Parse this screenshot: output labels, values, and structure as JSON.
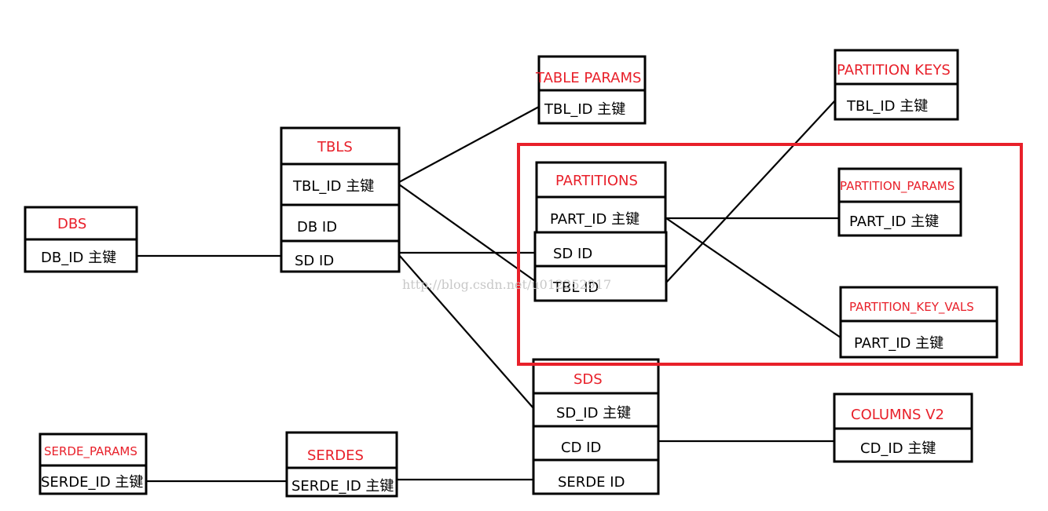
{
  "watermark": "http://blog.csdn.net/u012252917",
  "colors": {
    "title": "#e8202a",
    "highlight": "#e8202a",
    "line": "#000000"
  },
  "tables": {
    "dbs": {
      "title": "DBS",
      "fields": [
        "DB_ID   主键"
      ]
    },
    "tbls": {
      "title": "TBLS",
      "fields": [
        "TBL_ID   主键",
        "DB ID",
        "SD ID"
      ]
    },
    "table_params": {
      "title": "TABLE PARAMS",
      "fields": [
        "TBL_ID   主键"
      ]
    },
    "partitions": {
      "title": "PARTITIONS",
      "fields": [
        "PART_ID  主键",
        "SD ID",
        "TBL ID"
      ]
    },
    "partition_keys": {
      "title": "PARTITION  KEYS",
      "fields": [
        "TBL_ID   主键"
      ]
    },
    "partition_params": {
      "title": "PARTITION_PARAMS",
      "fields": [
        "PART_ID   主键"
      ]
    },
    "partition_key_vals": {
      "title": "PARTITION_KEY_VALS",
      "fields": [
        "PART_ID   主键"
      ]
    },
    "sds": {
      "title": "SDS",
      "fields": [
        "SD_ID  主键",
        "CD ID",
        "SERDE ID"
      ]
    },
    "columns_v2": {
      "title": "COLUMNS  V2",
      "fields": [
        "CD_ID  主键"
      ]
    },
    "serde_params": {
      "title": "SERDE_PARAMS",
      "fields": [
        "SERDE_ID 主键"
      ]
    },
    "serdes": {
      "title": "SERDES",
      "fields": [
        "SERDE_ID 主键"
      ]
    }
  }
}
